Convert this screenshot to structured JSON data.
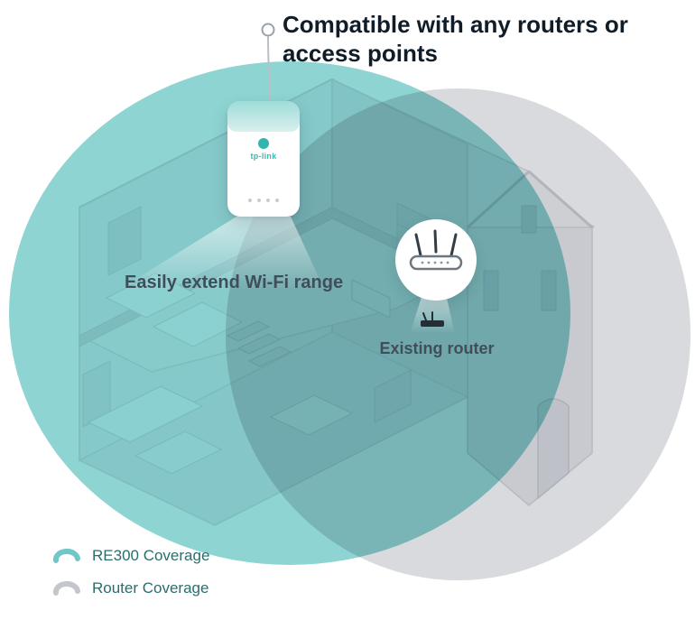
{
  "title": "Compatible with any routers or access points",
  "annotations": {
    "extend_label": "Easily extend Wi-Fi range",
    "existing_router_label": "Existing router"
  },
  "device": {
    "brand_logo": "tp-link"
  },
  "legend": {
    "items": [
      {
        "label": "RE300 Coverage",
        "color": "#6fc8c7"
      },
      {
        "label": "Router Coverage",
        "color": "#c3c7cd"
      }
    ]
  },
  "colors": {
    "re300_coverage_fill": "#8ed4d3",
    "router_coverage_fill": "#d9dadd",
    "title_text": "#101d28",
    "label_text": "#3f4e59",
    "legend_text": "#2a6e6c",
    "brand_teal": "#35b3ad"
  }
}
